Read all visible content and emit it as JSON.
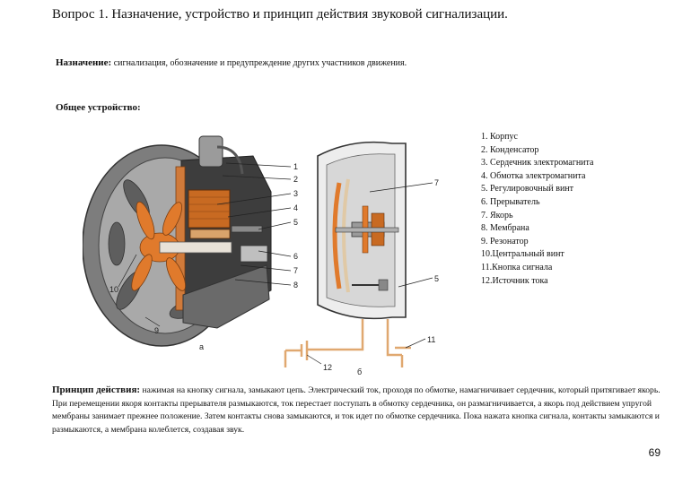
{
  "title": "Вопрос 1. Назначение, устройство и принцип действия звуковой сигнализации.",
  "purpose": {
    "label": "Назначение:",
    "text": " сигнализация, обозначение и предупреждение других участников движения."
  },
  "device": {
    "label": "Общее устройство:"
  },
  "parts": [
    "1. Корпус",
    "2. Конденсатор",
    "3. Сердечник электромагнита",
    "4. Обмотка электромагнита",
    "5. Регулировочный винт",
    "6. Прерыватель",
    "7. Якорь",
    "8. Мембрана",
    "9. Резонатор",
    "10.Центральный винт",
    "11.Кнопка сигнала",
    "12.Источник тока"
  ],
  "figure": {
    "left_callouts": [
      "1",
      "2",
      "3",
      "4",
      "5",
      "6",
      "7",
      "8",
      "9",
      "10"
    ],
    "right_callouts": [
      "7",
      "5",
      "11",
      "12"
    ],
    "caption_a": "а",
    "caption_b": "б"
  },
  "principle": {
    "label": "Принцип действия:",
    "text": " нажимая на кнопку сигнала, замыкают цепь. Электрический ток, проходя по обмотке, намагничивает сердечник, который притягивает якорь. При перемещении якоря контакты прерывателя размыкаются, ток перестает поступать в обмотку сердечника, он размагничивается, а якорь под действием упругой мембраны занимает прежнее положение. Затем контакты снова замыкаются, и ток идет по обмотке сердечника. Пока нажата кнопка сигнала, контакты замыкаются и размыкаются, а мембрана колеблется, создавая звук."
  },
  "page_number": "69",
  "colors": {
    "metal": "#8f8f8f",
    "dark_metal": "#4a4a4a",
    "orange": "#e07a2c",
    "coil": "#c86a22",
    "beige": "#e0c9a6"
  }
}
